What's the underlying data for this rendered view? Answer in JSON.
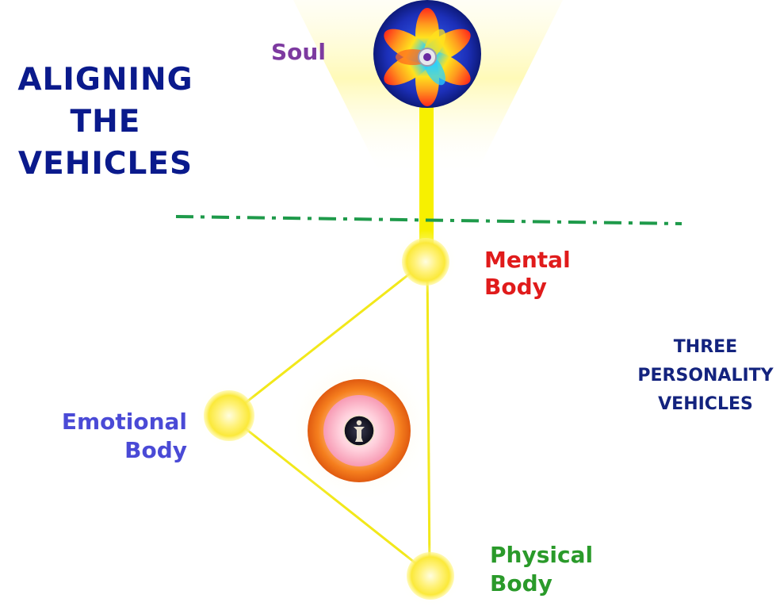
{
  "title": {
    "line1": "ALIGNING",
    "line2": "THE",
    "line3": "VEHICLES"
  },
  "labels": {
    "soul": "Soul",
    "mental_line1": "Mental",
    "mental_line2": "Body",
    "emotional_line1": "Emotional",
    "emotional_line2": "Body",
    "physical_line1": "Physical",
    "physical_line2": "Body",
    "personality_line1": "THREE",
    "personality_line2": "PERSONALITY",
    "personality_line3": "VEHICLES"
  },
  "colors": {
    "title": "#0a1a8c",
    "soul": "#7d3aa0",
    "mental": "#e01b1b",
    "emotional": "#4a4ad6",
    "physical": "#2a9a2a",
    "personality": "#13237e",
    "beam": "#f7f000",
    "divider": "#1e9a4a"
  },
  "icons": {
    "soul": "lotus-flower-icon",
    "center": "meditating-figure-icon"
  }
}
